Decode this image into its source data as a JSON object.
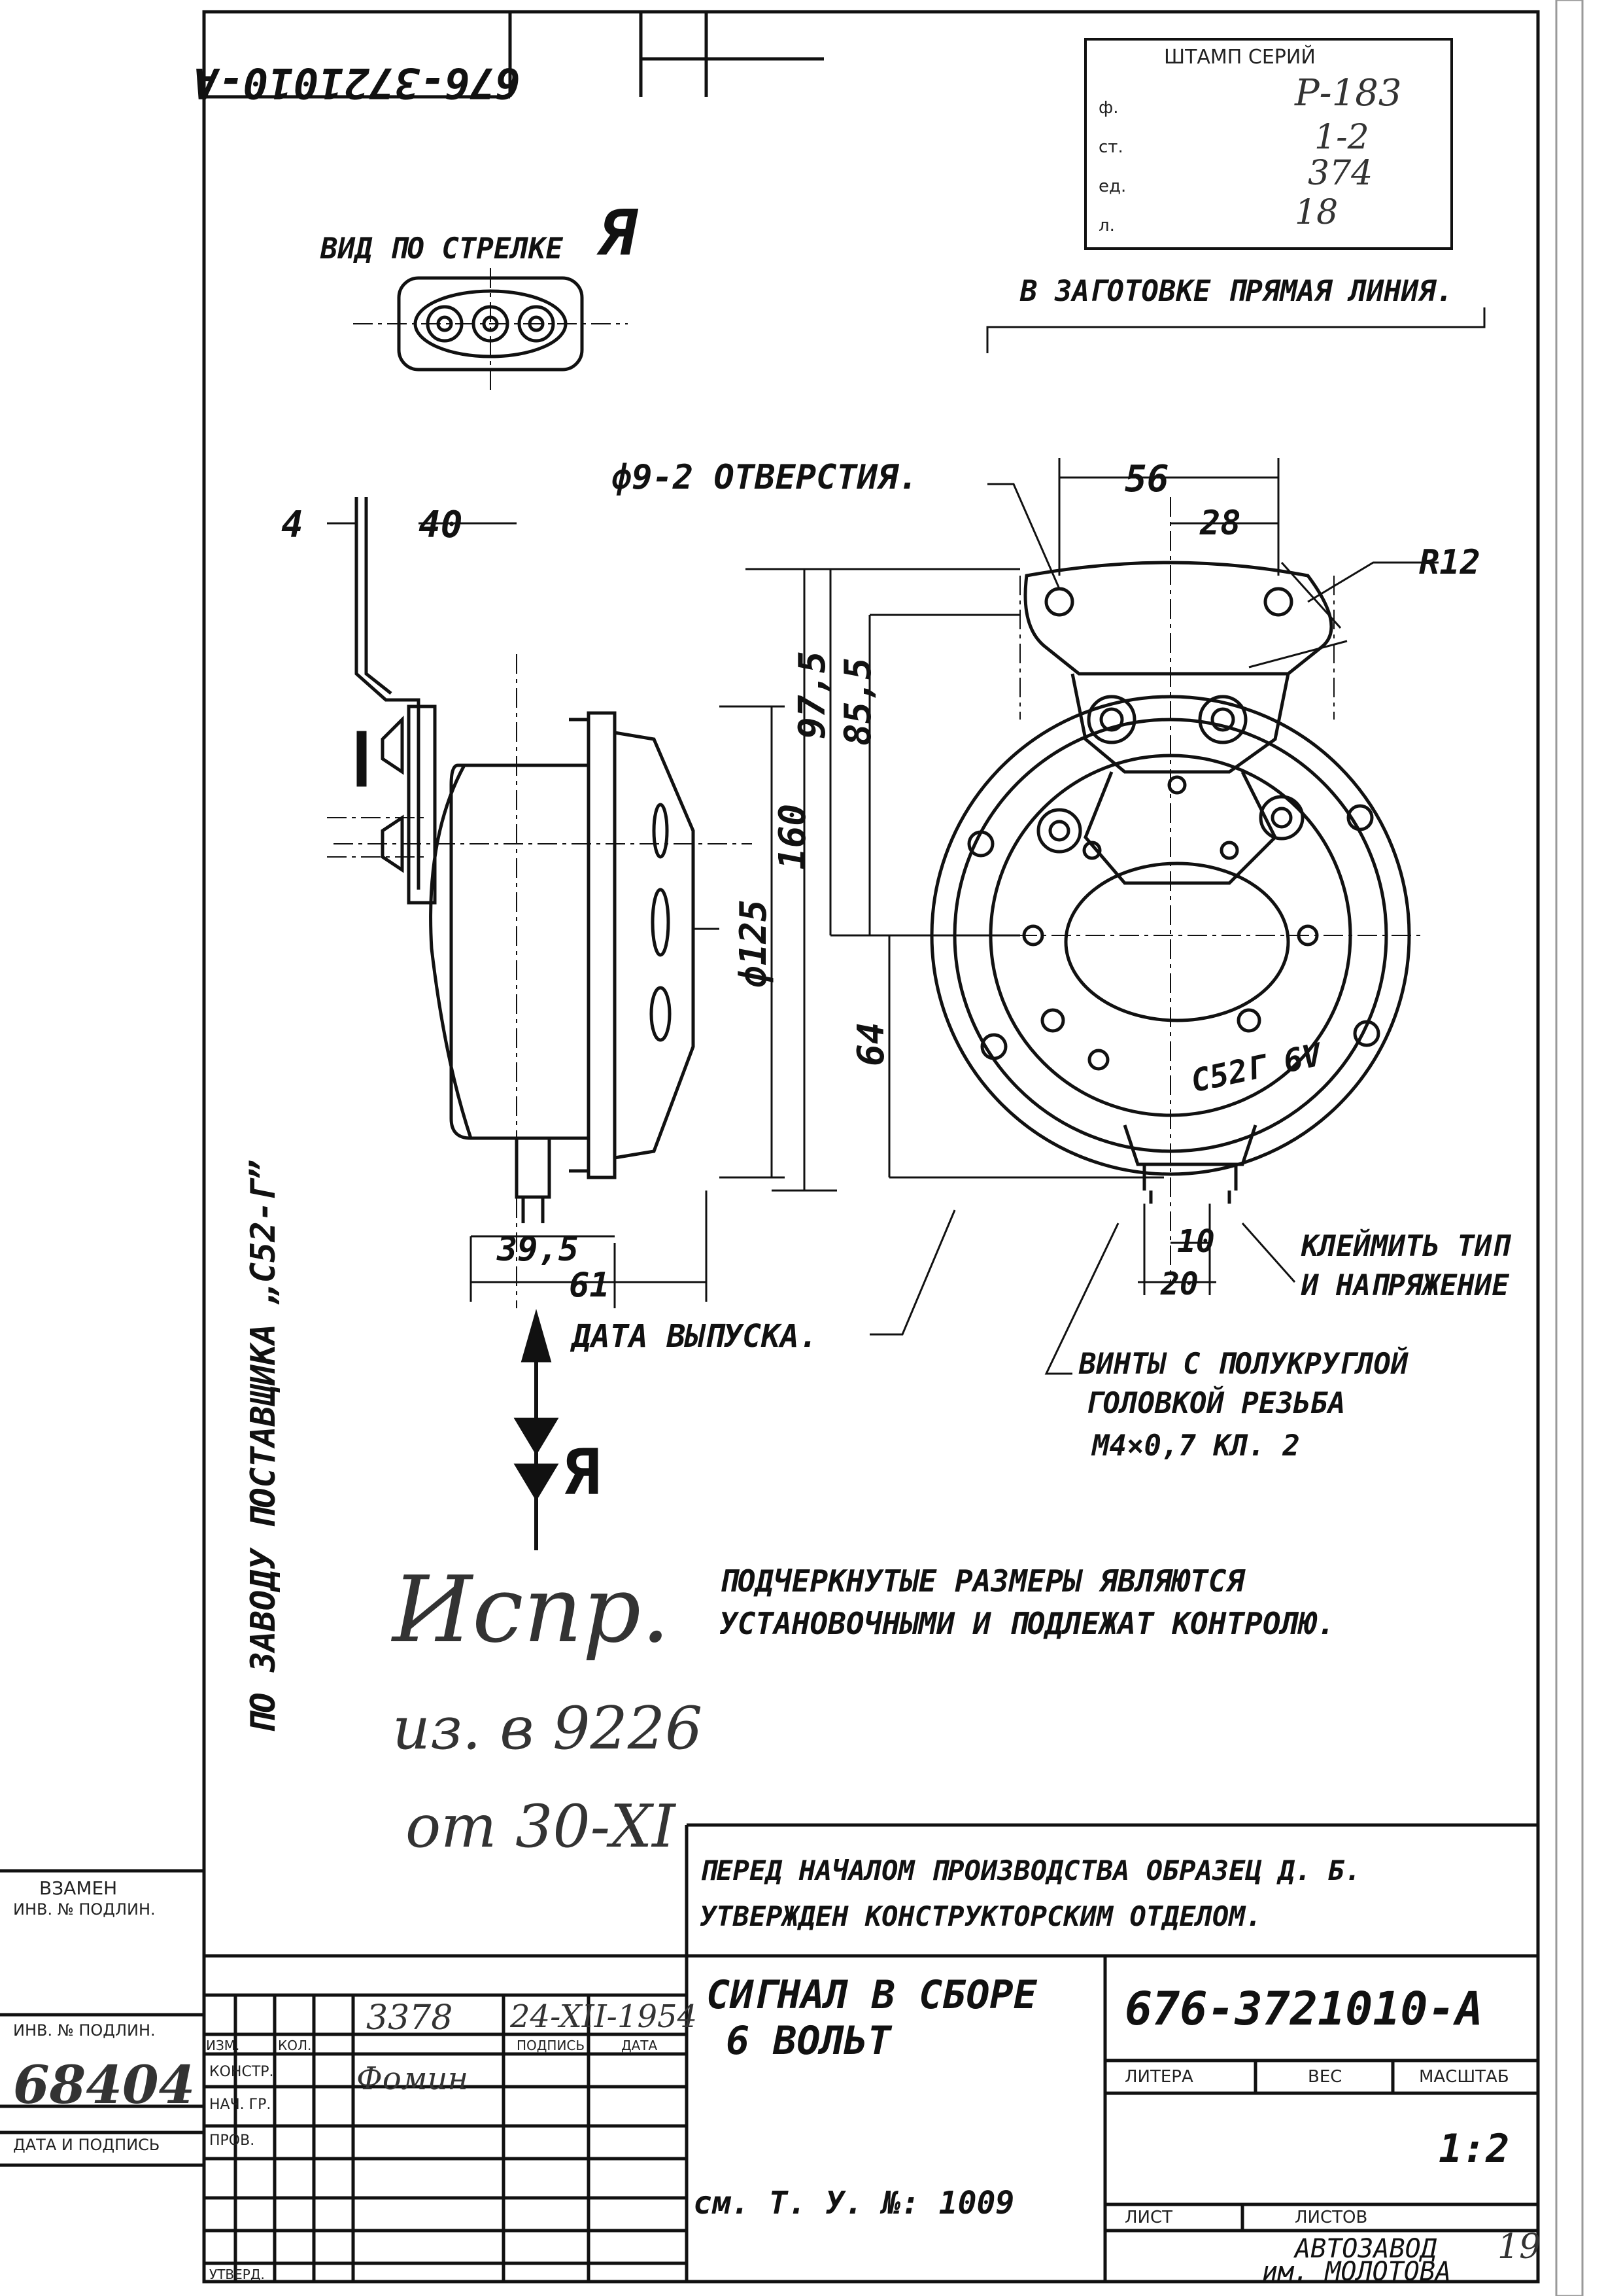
{
  "drawing_number": "676-3721010-А",
  "drawing_number_rotated": "676-3721010-А",
  "view_label": "ВИД ПО СТРЕЛКЕ",
  "view_letter": "Я",
  "arrow_letter": "Я",
  "notes": {
    "blank_straight_line": "В ЗАГОТОВКЕ ПРЯМАЯ ЛИНИЯ.",
    "holes": "ф9-2 ОТВЕРСТИЯ.",
    "radius": "R12",
    "stamp": "КЛЕЙМИТЬ ТИП",
    "stamp2": "И НАПРЯЖЕНИЕ",
    "release_date": "ДАТА ВЫПУСКА.",
    "screws_1": "ВИНТЫ С ПОЛУКРУГЛОЙ",
    "screws_2": "ГОЛОВКОЙ РЕЗЬБА",
    "screws_3": "М4×0,7 КЛ. 2",
    "underlined_1": "ПОДЧЕРКНУТЫЕ РАЗМЕРЫ ЯВЛЯЮТСЯ",
    "underlined_2": "УСТАНОВОЧНЫМИ И ПОДЛЕЖАТ КОНТРОЛЮ.",
    "supplier": "ПО ЗАВОДУ ПОСТАВЩИКА „С52-Г”",
    "sample_1": "ПЕРЕД НАЧАЛОМ ПРОИЗВОДСТВА ОБРАЗЕЦ Д. Б.",
    "sample_2": "УТВЕРЖДЕН КОНСТРУКТОРСКИМ ОТДЕЛОМ.",
    "marking": "С52Г 6V"
  },
  "dimensions": {
    "d4": "4",
    "d40": "40",
    "d56": "56",
    "d28": "28",
    "d97_5": "97,5",
    "d85_5": "85,5",
    "d160": "160",
    "d125": "ф125",
    "d64": "64",
    "d39_5": "39,5",
    "d61": "61",
    "d10": "10",
    "d20": "20"
  },
  "handwritten": {
    "note1": "Испр.",
    "note2": "из. в 9226",
    "note3": "от 30-XI",
    "revision_number": "3378",
    "revision_date": "24-XII-1954",
    "inventory": "68404",
    "author": "Фомин",
    "stamp_code": "Р-183",
    "stamp_row2": "1-2",
    "stamp_row3": "374",
    "stamp_row4": "18",
    "sheet": "19"
  },
  "corner_stamp": {
    "title": "ШТАМП СЕРИЙ",
    "r1": "ф.",
    "r2": "ст.",
    "r3": "ед.",
    "r4": "л."
  },
  "title_block": {
    "name_1": "СИГНАЛ В СБОРЕ",
    "name_2": "6 ВОЛЬТ",
    "number": "676-3721010-А",
    "litera_label": "ЛИТЕРА",
    "mass_label": "ВЕС",
    "scale_label": "МАСШТАБ",
    "scale": "1:2",
    "sheet_label": "ЛИСТ",
    "sheets_label": "ЛИСТОВ",
    "spec": "см. Т. У. №: 1009",
    "org_1": "АВТОЗАВОД",
    "org_2": "им. МОЛОТОВА",
    "change_label": "ИЗМ.",
    "qty_label": "КОЛ.",
    "sign_label": "ПОДПИСЬ",
    "date_label": "ДАТА",
    "constructor_label": "КОНСТР.",
    "group_head_label": "НАЧ. ГР.",
    "check_label": "ПРОВ.",
    "replace_label": "ВЗАМЕН",
    "replace_sub": "ИНВ. № ПОДЛИН.",
    "inv_label": "ИНВ. № ПОДЛИН.",
    "sign_date_label": "ДАТА И ПОДПИСЬ",
    "approve_label": "УТВЕРД."
  }
}
